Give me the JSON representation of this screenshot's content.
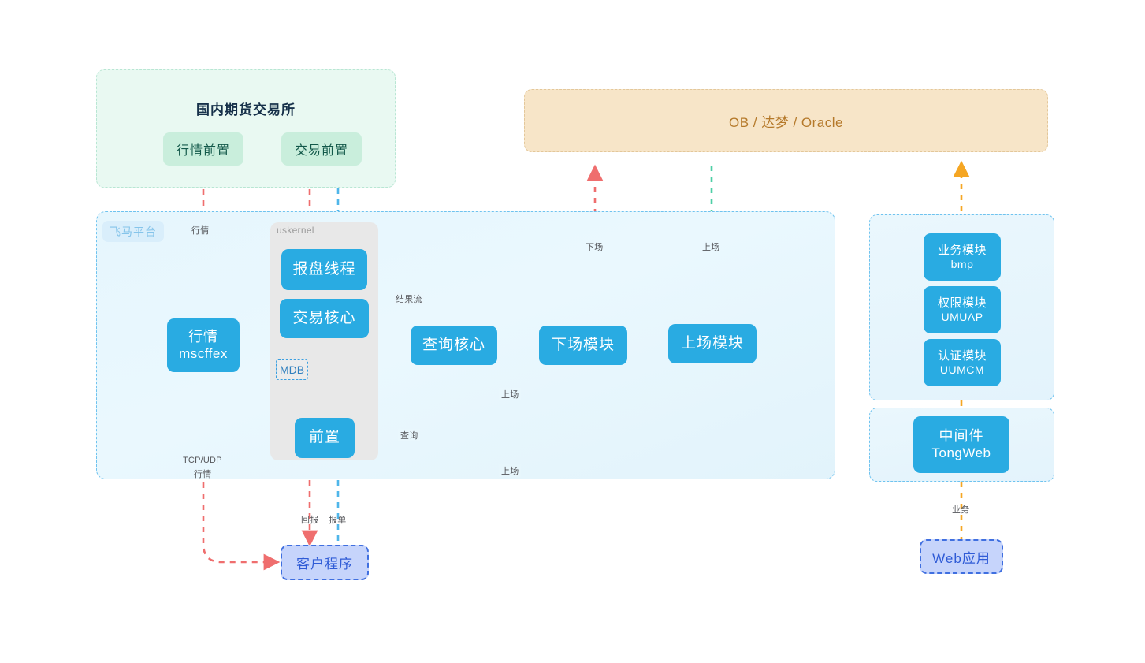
{
  "exchange": {
    "title": "国内期货交易所",
    "nodes": [
      {
        "name": "quote-front",
        "label": "行情前置"
      },
      {
        "name": "trade-front",
        "label": "交易前置"
      }
    ]
  },
  "database": {
    "title": "OB / 达梦 / Oracle"
  },
  "platform": {
    "tag": "飞马平台",
    "uskernel_label": "uskernel",
    "mdb_label": "MDB",
    "nodes": [
      {
        "name": "quote-service",
        "l1": "行情",
        "l2": "mscffex"
      },
      {
        "name": "order-thread",
        "l1": "报盘线程",
        "l2": ""
      },
      {
        "name": "trade-core",
        "l1": "交易核心",
        "l2": ""
      },
      {
        "name": "front-end",
        "l1": "前置",
        "l2": ""
      },
      {
        "name": "query-core",
        "l1": "查询核心",
        "l2": ""
      },
      {
        "name": "offload-module",
        "l1": "下场模块",
        "l2": ""
      },
      {
        "name": "onload-module",
        "l1": "上场模块",
        "l2": ""
      }
    ]
  },
  "client": {
    "label": "客户程序"
  },
  "right": {
    "modules": [
      {
        "name": "business-module",
        "l1": "业务模块",
        "l2": "bmp"
      },
      {
        "name": "permission-module",
        "l1": "权限模块",
        "l2": "UMUAP"
      },
      {
        "name": "auth-module",
        "l1": "认证模块",
        "l2": "UUMCM"
      }
    ],
    "middleware": {
      "name": "middleware",
      "l1": "中间件",
      "l2": "TongWeb"
    },
    "webapp": {
      "label": "Web应用"
    }
  },
  "edges": [
    {
      "name": "edge-quote",
      "label": "行情"
    },
    {
      "name": "edge-result-stream",
      "label": "结果流"
    },
    {
      "name": "edge-offload",
      "label": "下场"
    },
    {
      "name": "edge-onload-top",
      "label": "上场"
    },
    {
      "name": "edge-onload-mid",
      "label": "上场"
    },
    {
      "name": "edge-onload-bottom",
      "label": "上场"
    },
    {
      "name": "edge-query",
      "label": "查询"
    },
    {
      "name": "edge-tcpudp",
      "label": "TCP/UDP"
    },
    {
      "name": "edge-tcpudp-quote",
      "label": "行情"
    },
    {
      "name": "edge-return",
      "label": "回报"
    },
    {
      "name": "edge-order",
      "label": "报单"
    },
    {
      "name": "edge-business",
      "label": "业务"
    }
  ],
  "colors": {
    "blue": "#29abe2",
    "red": "#ef6e6e",
    "green": "#4ecfa6",
    "orange": "#f5a623",
    "mint": "#c9eedc",
    "sand": "#f7e5c8"
  }
}
